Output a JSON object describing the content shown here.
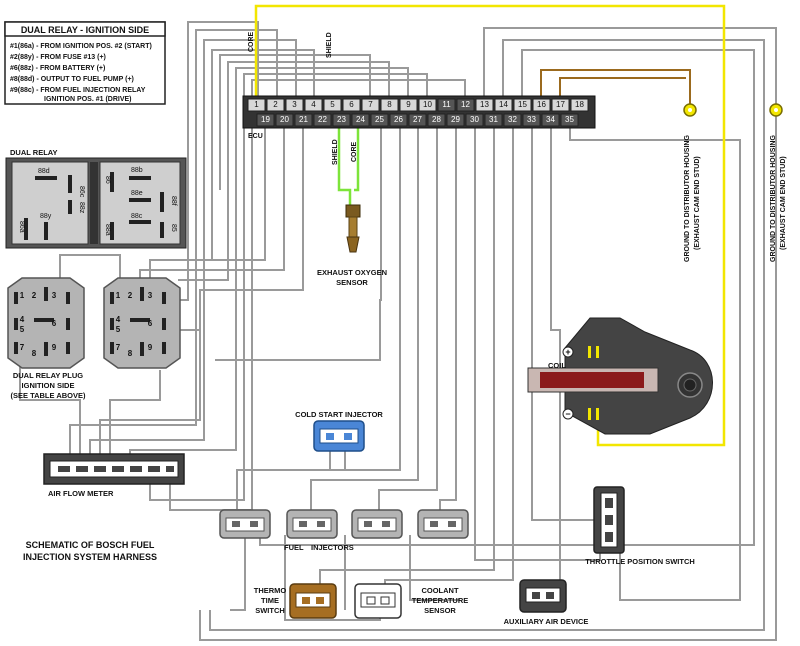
{
  "legend": {
    "title": "DUAL RELAY - IGNITION SIDE",
    "lines": [
      "#1(86a) - FROM IGNITION POS. #2 (START)",
      "#2(88y) - FROM FUSE #13 (+)",
      "#6(88z) - FROM BATTERY (+)",
      "#8(88d) - OUTPUT TO FUEL PUMP (+)",
      "#9(88c) - FROM FUEL INJECTION RELAY",
      "IGNITION POS. #1 (DRIVE)"
    ]
  },
  "ecu": {
    "label": "ECU",
    "top_pins": [
      "1",
      "2",
      "3",
      "4",
      "5",
      "6",
      "7",
      "8",
      "9",
      "10",
      "11",
      "12",
      "13",
      "14",
      "15",
      "16",
      "17",
      "18"
    ],
    "bottom_pins": [
      "19",
      "20",
      "21",
      "22",
      "23",
      "24",
      "25",
      "26",
      "27",
      "28",
      "29",
      "30",
      "31",
      "32",
      "33",
      "34",
      "35"
    ]
  },
  "wire_labels": {
    "core_top": "CORE",
    "shield_top": "SHIELD",
    "shield_mid": "SHIELD",
    "core_mid": "CORE"
  },
  "oxygen_sensor": {
    "line1": "EXHAUST OXYGEN",
    "line2": "SENSOR"
  },
  "ground_left": {
    "line1": "GROUND TO DISTRIBUTOR HOUSING",
    "line2": "(EXHAUST CAM END STUD)"
  },
  "ground_right": {
    "line1": "GROUND TO DISTRIBUTOR HOUSING",
    "line2": "(EXHAUST CAM END STUD)"
  },
  "dual_relay": {
    "title": "DUAL RELAY",
    "terminals": [
      "88d",
      "86c",
      "88z",
      "88y",
      "86a",
      "86",
      "88b",
      "88e",
      "88f",
      "88a",
      "88c",
      "85"
    ]
  },
  "relay_plug": {
    "line1": "DUAL RELAY PLUG",
    "line2": "IGNITION SIDE",
    "line3": "(SEE TABLE ABOVE)",
    "pins": [
      "1",
      "2",
      "3",
      "4",
      "5",
      "6",
      "7",
      "8",
      "9"
    ]
  },
  "coil": {
    "label": "COIL",
    "plus": "+",
    "minus": "−"
  },
  "components": {
    "cold_start": "COLD START INJECTOR",
    "air_flow": "AIR FLOW METER",
    "fuel_injectors": [
      "FUEL",
      "INJECTORS"
    ],
    "throttle": "THROTTLE POSITION SWITCH",
    "thermo": [
      "THERMO",
      "TIME",
      "SWITCH"
    ],
    "coolant": [
      "COOLANT",
      "TEMPERATURE",
      "SENSOR"
    ],
    "aux_air": "AUXILIARY AIR DEVICE"
  },
  "schematic_title": [
    "SCHEMATIC OF BOSCH FUEL",
    "INJECTION SYSTEM HARNESS"
  ],
  "colors": {
    "wire": "#9a9a9a",
    "yellow": "#f2e600",
    "green": "#7de43a",
    "ground_wire": "#9b6a1e",
    "relay_body": "#555555",
    "plug_body": "#b4b4b4",
    "cold_start": "#4a86d6",
    "thermo": "#a66e22",
    "coil_bar": "#8b1a1a",
    "coil_body": "#444444"
  }
}
